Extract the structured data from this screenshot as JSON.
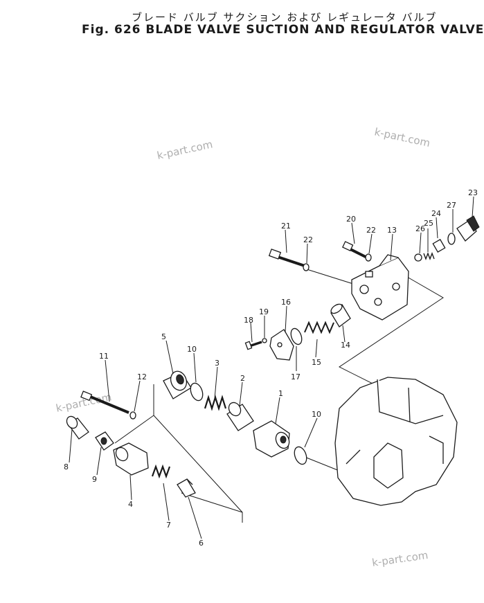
{
  "title_jp": "ブレード バルブ サクション および レギュレータ バルブ",
  "title_en": "Fig. 626 BLADE VALVE SUCTION AND REGULATOR VALVE",
  "watermark": "k-part.com",
  "labels": {
    "p1": "1",
    "p2": "2",
    "p3": "3",
    "p4": "4",
    "p5": "5",
    "p6": "6",
    "p7": "7",
    "p8": "8",
    "p9": "9",
    "p10a": "10",
    "p10b": "10",
    "p11": "11",
    "p12": "12",
    "p13": "13",
    "p14": "14",
    "p15": "15",
    "p16": "16",
    "p17": "17",
    "p18": "18",
    "p19": "19",
    "p20": "20",
    "p21": "21",
    "p22a": "22",
    "p22b": "22",
    "p23": "23",
    "p24": "24",
    "p25": "25",
    "p26": "26",
    "p27": "27"
  }
}
